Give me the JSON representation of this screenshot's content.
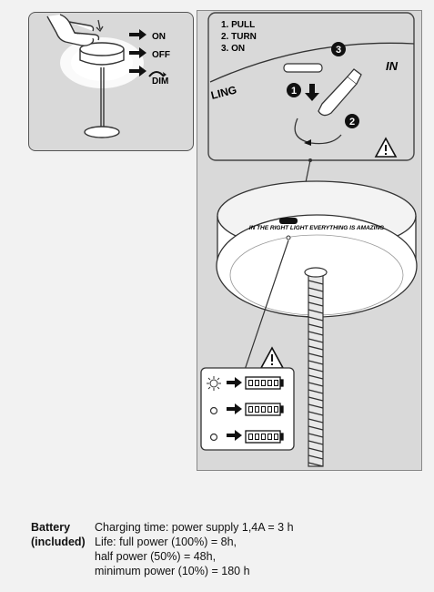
{
  "panel_top_left": {
    "states": [
      "ON",
      "OFF",
      "DIM"
    ],
    "icons": [
      "hand-press-icon",
      "arrow-right-icon"
    ]
  },
  "panel_top_right": {
    "steps": [
      "1. PULL",
      "2. TURN",
      "3. ON"
    ],
    "engraving": [
      "IN",
      "LING"
    ],
    "badges": [
      "1",
      "2",
      "3"
    ]
  },
  "lamp_head": {
    "engraving": "IN THE RIGHT LIGHT EVERYTHING IS AMAZING"
  },
  "battery_indicator": {
    "icons": [
      "sun-icon",
      "circle-icon",
      "circle-icon"
    ]
  },
  "warning_icon": "warning-triangle-icon",
  "spec": {
    "label_line1": "Battery",
    "label_line2": "(included)",
    "lines": [
      "Charging time: power supply 1,4A = 3 h",
      "Life: full power (100%) = 8h,",
      "half power (50%) = 48h,",
      "minimum power (10%) = 180 h"
    ]
  },
  "colors": {
    "panel_bg": "#d9d9d9",
    "page_bg": "#f2f2f2",
    "ink": "#111111",
    "border": "#555555"
  }
}
